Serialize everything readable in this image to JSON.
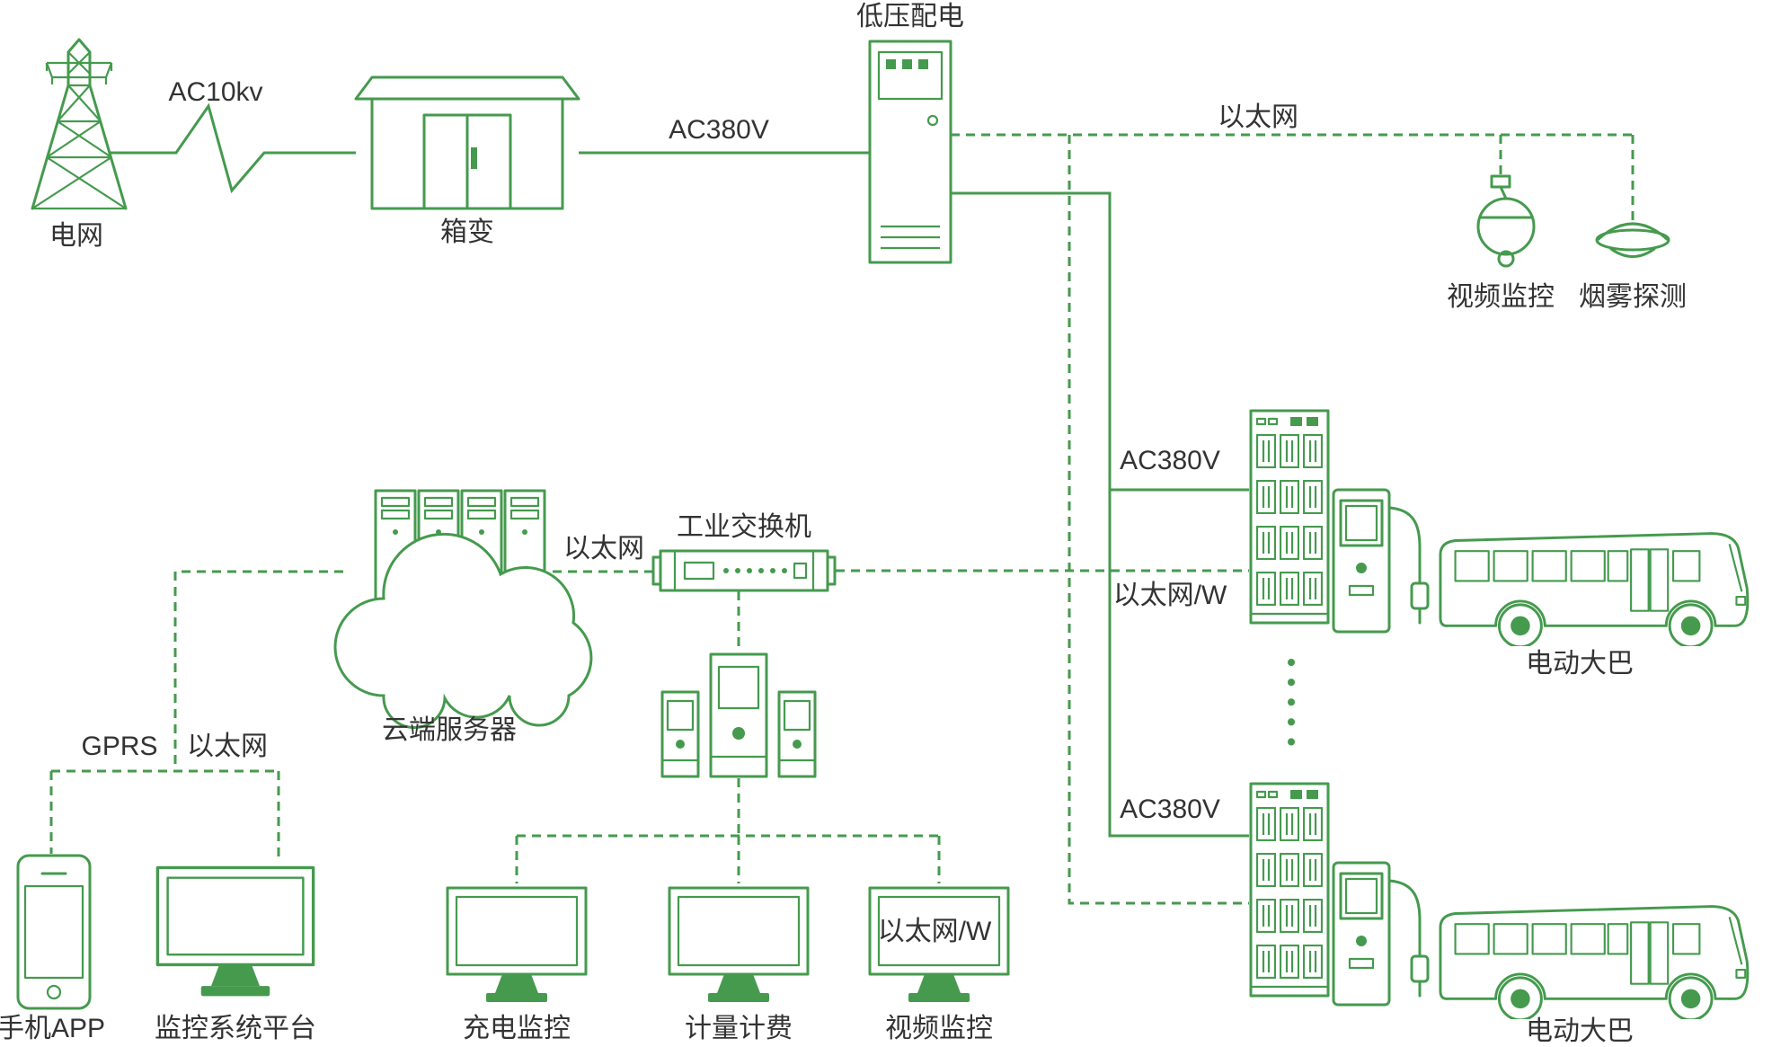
{
  "colors": {
    "accent": "#459a4e",
    "label_text": "#333333"
  },
  "nodes": {
    "grid": {
      "label": "电网"
    },
    "transformer": {
      "label": "箱变"
    },
    "lv_distribution": {
      "label": "低压配电"
    },
    "camera_top": {
      "label": "视频监控"
    },
    "smoke_detector": {
      "label": "烟雾探测"
    },
    "cloud_server": {
      "label": "云端服务器"
    },
    "industrial_switch": {
      "label": "工业交换机"
    },
    "mobile_app": {
      "label": "手机APP"
    },
    "monitor_platform": {
      "label": "监控系统平台"
    },
    "charging_monitor": {
      "label": "充电监控"
    },
    "metering_billing": {
      "label": "计量计费"
    },
    "video_monitor": {
      "label": "视频监控"
    },
    "bus1": {
      "label": "电动大巴"
    },
    "bus2": {
      "label": "电动大巴"
    }
  },
  "links": {
    "ac10kv": {
      "label": "AC10kv"
    },
    "ac380v_main": {
      "label": "AC380V"
    },
    "ethernet_top": {
      "label": "以太网"
    },
    "ethernet_cloud": {
      "label": "以太网"
    },
    "gprs": {
      "label": "GPRS"
    },
    "ethernet_left": {
      "label": "以太网"
    },
    "ac380v_group1": {
      "label": "AC380V"
    },
    "ethernet_w_group1": {
      "label": "以太网/W"
    },
    "ac380v_group2": {
      "label": "AC380V"
    },
    "ethernet_w_group2": {
      "label": "以太网/W"
    }
  }
}
